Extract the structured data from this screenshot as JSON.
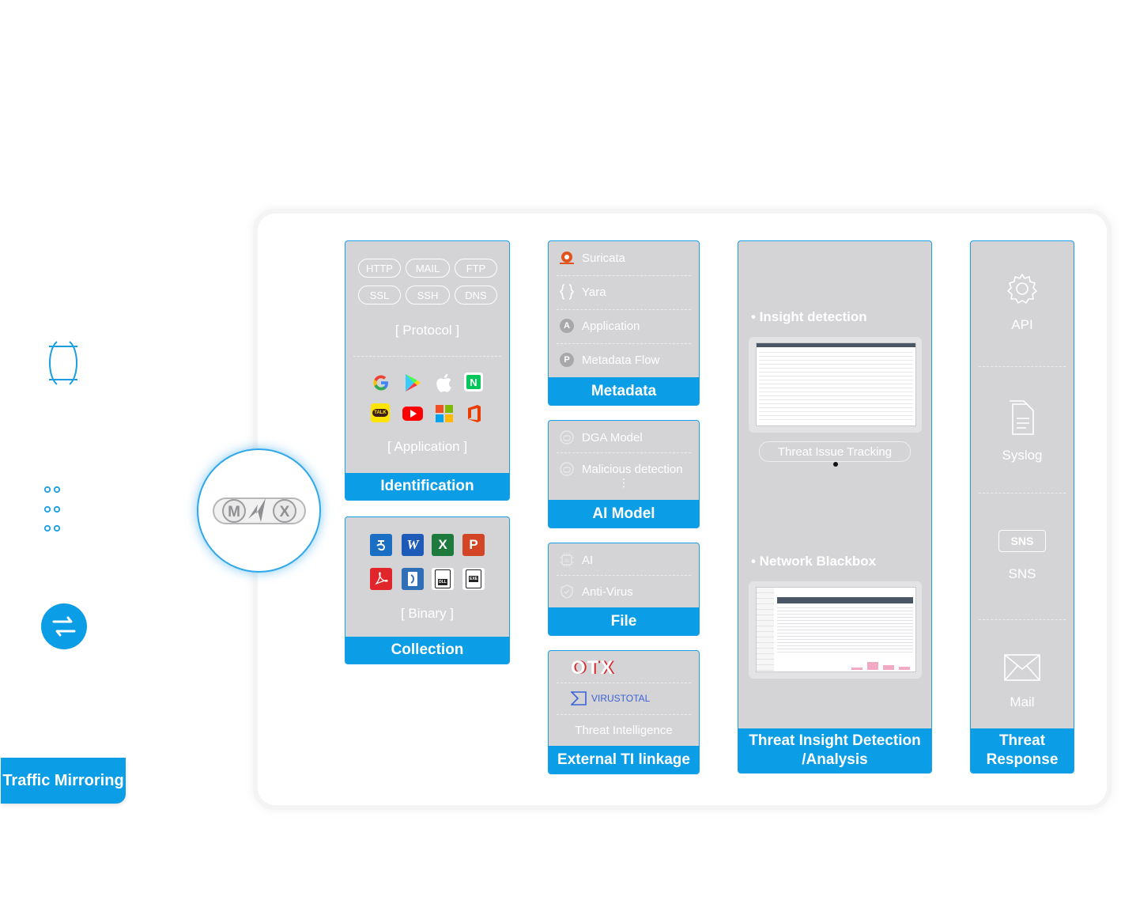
{
  "left": {
    "traffic_label": "Traffic Mirroring",
    "icons": [
      "cloud-network-icon",
      "server-nodes-icon",
      "sync-arrows-icon"
    ]
  },
  "logo": {
    "text": "M/X"
  },
  "identification": {
    "protocols": [
      "HTTP",
      "MAIL",
      "FTP",
      "SSL",
      "SSH",
      "DNS"
    ],
    "protocol_caption": "[ Protocol ]",
    "app_icons": [
      "google-icon",
      "google-play-icon",
      "apple-icon",
      "naver-icon",
      "kakaotalk-icon",
      "youtube-icon",
      "microsoft-icon",
      "office-icon"
    ],
    "naver_letter": "N",
    "kakao_text": "TALK",
    "application_caption": "[ Application ]",
    "title": "Identification"
  },
  "collection": {
    "binary_icons": [
      "hwp-icon",
      "word-icon",
      "excel-icon",
      "powerpoint-icon",
      "pdf-icon",
      "doc-file-icon",
      "dll-file-icon",
      "exe-file-icon"
    ],
    "word_letter": "W",
    "excel_letter": "X",
    "ppt_letter": "P",
    "dll_text": "DLL",
    "exe_text": "EXE",
    "caption": "[ Binary ]",
    "title": "Collection"
  },
  "metadata": {
    "items": [
      {
        "label": "Suricata",
        "icon": "suricata-icon"
      },
      {
        "label": "Yara",
        "icon": "yara-icon"
      },
      {
        "label": "Application",
        "icon": "application-a-icon",
        "badge": "A"
      },
      {
        "label": "Metadata Flow",
        "icon": "metadata-flow-p-icon",
        "badge": "P"
      }
    ],
    "title": "Metadata"
  },
  "ai_model": {
    "items": [
      {
        "label": "DGA Model",
        "icon": "robot-icon"
      },
      {
        "label": "Malicious detection",
        "icon": "robot-icon"
      }
    ],
    "ellipsis": "⋮",
    "title": "AI Model"
  },
  "file": {
    "items": [
      {
        "label": "AI",
        "icon": "ai-chip-icon"
      },
      {
        "label": "Anti-Virus",
        "icon": "shield-icon"
      }
    ],
    "title": "File"
  },
  "external_ti": {
    "otx_label": "OTX",
    "virustotal_label": "VIRUSTOTAL",
    "caption": "Threat Intelligence",
    "title": "External TI linkage"
  },
  "threat_insight": {
    "insight_label": "• Insight detection",
    "tracking_label": "Threat Issue Tracking",
    "blackbox_label": "• Network Blackbox",
    "title_line1": "Threat Insight Detection",
    "title_line2": "/Analysis"
  },
  "threat_response": {
    "items": [
      {
        "label": "API",
        "icon": "gear-icon"
      },
      {
        "label": "Syslog",
        "icon": "document-icon"
      },
      {
        "label": "SNS",
        "icon": "sns-badge-icon",
        "badge": "SNS"
      },
      {
        "label": "Mail",
        "icon": "mail-icon"
      }
    ],
    "title_line1": "Threat",
    "title_line2": "Response"
  },
  "colors": {
    "accent": "#0b9de6",
    "card_bg": "#d4d4d6",
    "border": "#19a0e7"
  }
}
